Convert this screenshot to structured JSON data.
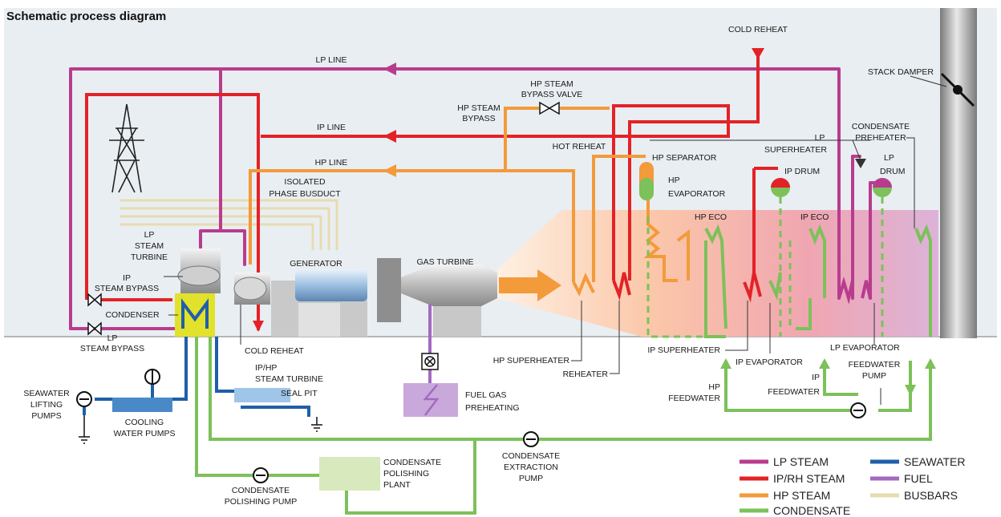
{
  "title": "Schematic process diagram",
  "colors": {
    "lp_steam": "#b83c8e",
    "iprh_steam": "#e32227",
    "hp_steam": "#f39a3a",
    "condensate": "#7cc15a",
    "seawater": "#1f5fa8",
    "fuel": "#a36ac1",
    "busbars": "#e6dcae",
    "hrsg_gradient_start": "#fde6d2",
    "hrsg_gradient_end": "#dcb0d6"
  },
  "labels": {
    "cold_reheat_top": "COLD REHEAT",
    "lp_line": "LP LINE",
    "ip_line": "IP LINE",
    "hp_line": "HP LINE",
    "stack_damper": "STACK DAMPER",
    "hp_steam_bypass_valve_1": "HP STEAM",
    "hp_steam_bypass_valve_2": "BYPASS VALVE",
    "hp_steam_bypass_1": "HP STEAM",
    "hp_steam_bypass_2": "BYPASS",
    "hot_reheat": "HOT REHEAT",
    "hp_separator": "HP SEPARATOR",
    "hp_evaporator_1": "HP",
    "hp_evaporator_2": "EVAPORATOR",
    "lp_superheater_1": "LP",
    "lp_superheater_2": "SUPERHEATER",
    "ip_drum": "IP DRUM",
    "condensate_preheater_1": "CONDENSATE",
    "condensate_preheater_2": "PREHEATER",
    "lp_drum_1": "LP",
    "lp_drum_2": "DRUM",
    "isolated_1": "ISOLATED",
    "isolated_2": "PHASE BUSDUCT",
    "hp_eco": "HP ECO",
    "ip_eco": "IP ECO",
    "lp_steam_turbine_1": "LP",
    "lp_steam_turbine_2": "STEAM",
    "lp_steam_turbine_3": "TURBINE",
    "generator": "GENERATOR",
    "gas_turbine": "GAS TURBINE",
    "ip_steam_bypass_1": "IP",
    "ip_steam_bypass_2": "STEAM BYPASS",
    "condenser": "CONDENSER",
    "lp_steam_bypass_1": "LP",
    "lp_steam_bypass_2": "STEAM BYPASS",
    "cold_reheat_bottom": "COLD REHEAT",
    "iphp_turbine_1": "IP/HP",
    "iphp_turbine_2": "STEAM TURBINE",
    "seal_pit": "SEAL PIT",
    "hp_superheater": "HP SUPERHEATER",
    "reheater": "REHEATER",
    "ip_superheater": "IP SUPERHEATER",
    "ip_evaporator": "IP EVAPORATOR",
    "lp_evaporator": "LP EVAPORATOR",
    "hp_feedwater_1": "HP",
    "hp_feedwater_2": "FEEDWATER",
    "ip_feedwater_1": "IP",
    "ip_feedwater_2": "FEEDWATER",
    "feedwater_pump_1": "FEEDWATER",
    "feedwater_pump_2": "PUMP",
    "seawater_pumps_1": "SEAWATER",
    "seawater_pumps_2": "LIFTING",
    "seawater_pumps_3": "PUMPS",
    "cooling_pumps_1": "COOLING",
    "cooling_pumps_2": "WATER PUMPS",
    "fuel_gas_1": "FUEL GAS",
    "fuel_gas_2": "PREHEATING",
    "cond_extraction_1": "CONDENSATE",
    "cond_extraction_2": "EXTRACTION",
    "cond_extraction_3": "PUMP",
    "cond_polishing_plant_1": "CONDENSATE",
    "cond_polishing_plant_2": "POLISHING",
    "cond_polishing_plant_3": "PLANT",
    "cond_polishing_pump_1": "CONDENSATE",
    "cond_polishing_pump_2": "POLISHING PUMP"
  },
  "legend": [
    {
      "label": "LP STEAM",
      "color": "#b83c8e"
    },
    {
      "label": "IP/RH STEAM",
      "color": "#e32227"
    },
    {
      "label": "HP STEAM",
      "color": "#f39a3a"
    },
    {
      "label": "CONDENSATE",
      "color": "#7cc15a"
    },
    {
      "label": "SEAWATER",
      "color": "#1f5fa8"
    },
    {
      "label": "FUEL",
      "color": "#a36ac1"
    },
    {
      "label": "BUSBARS",
      "color": "#e6dcae"
    }
  ]
}
